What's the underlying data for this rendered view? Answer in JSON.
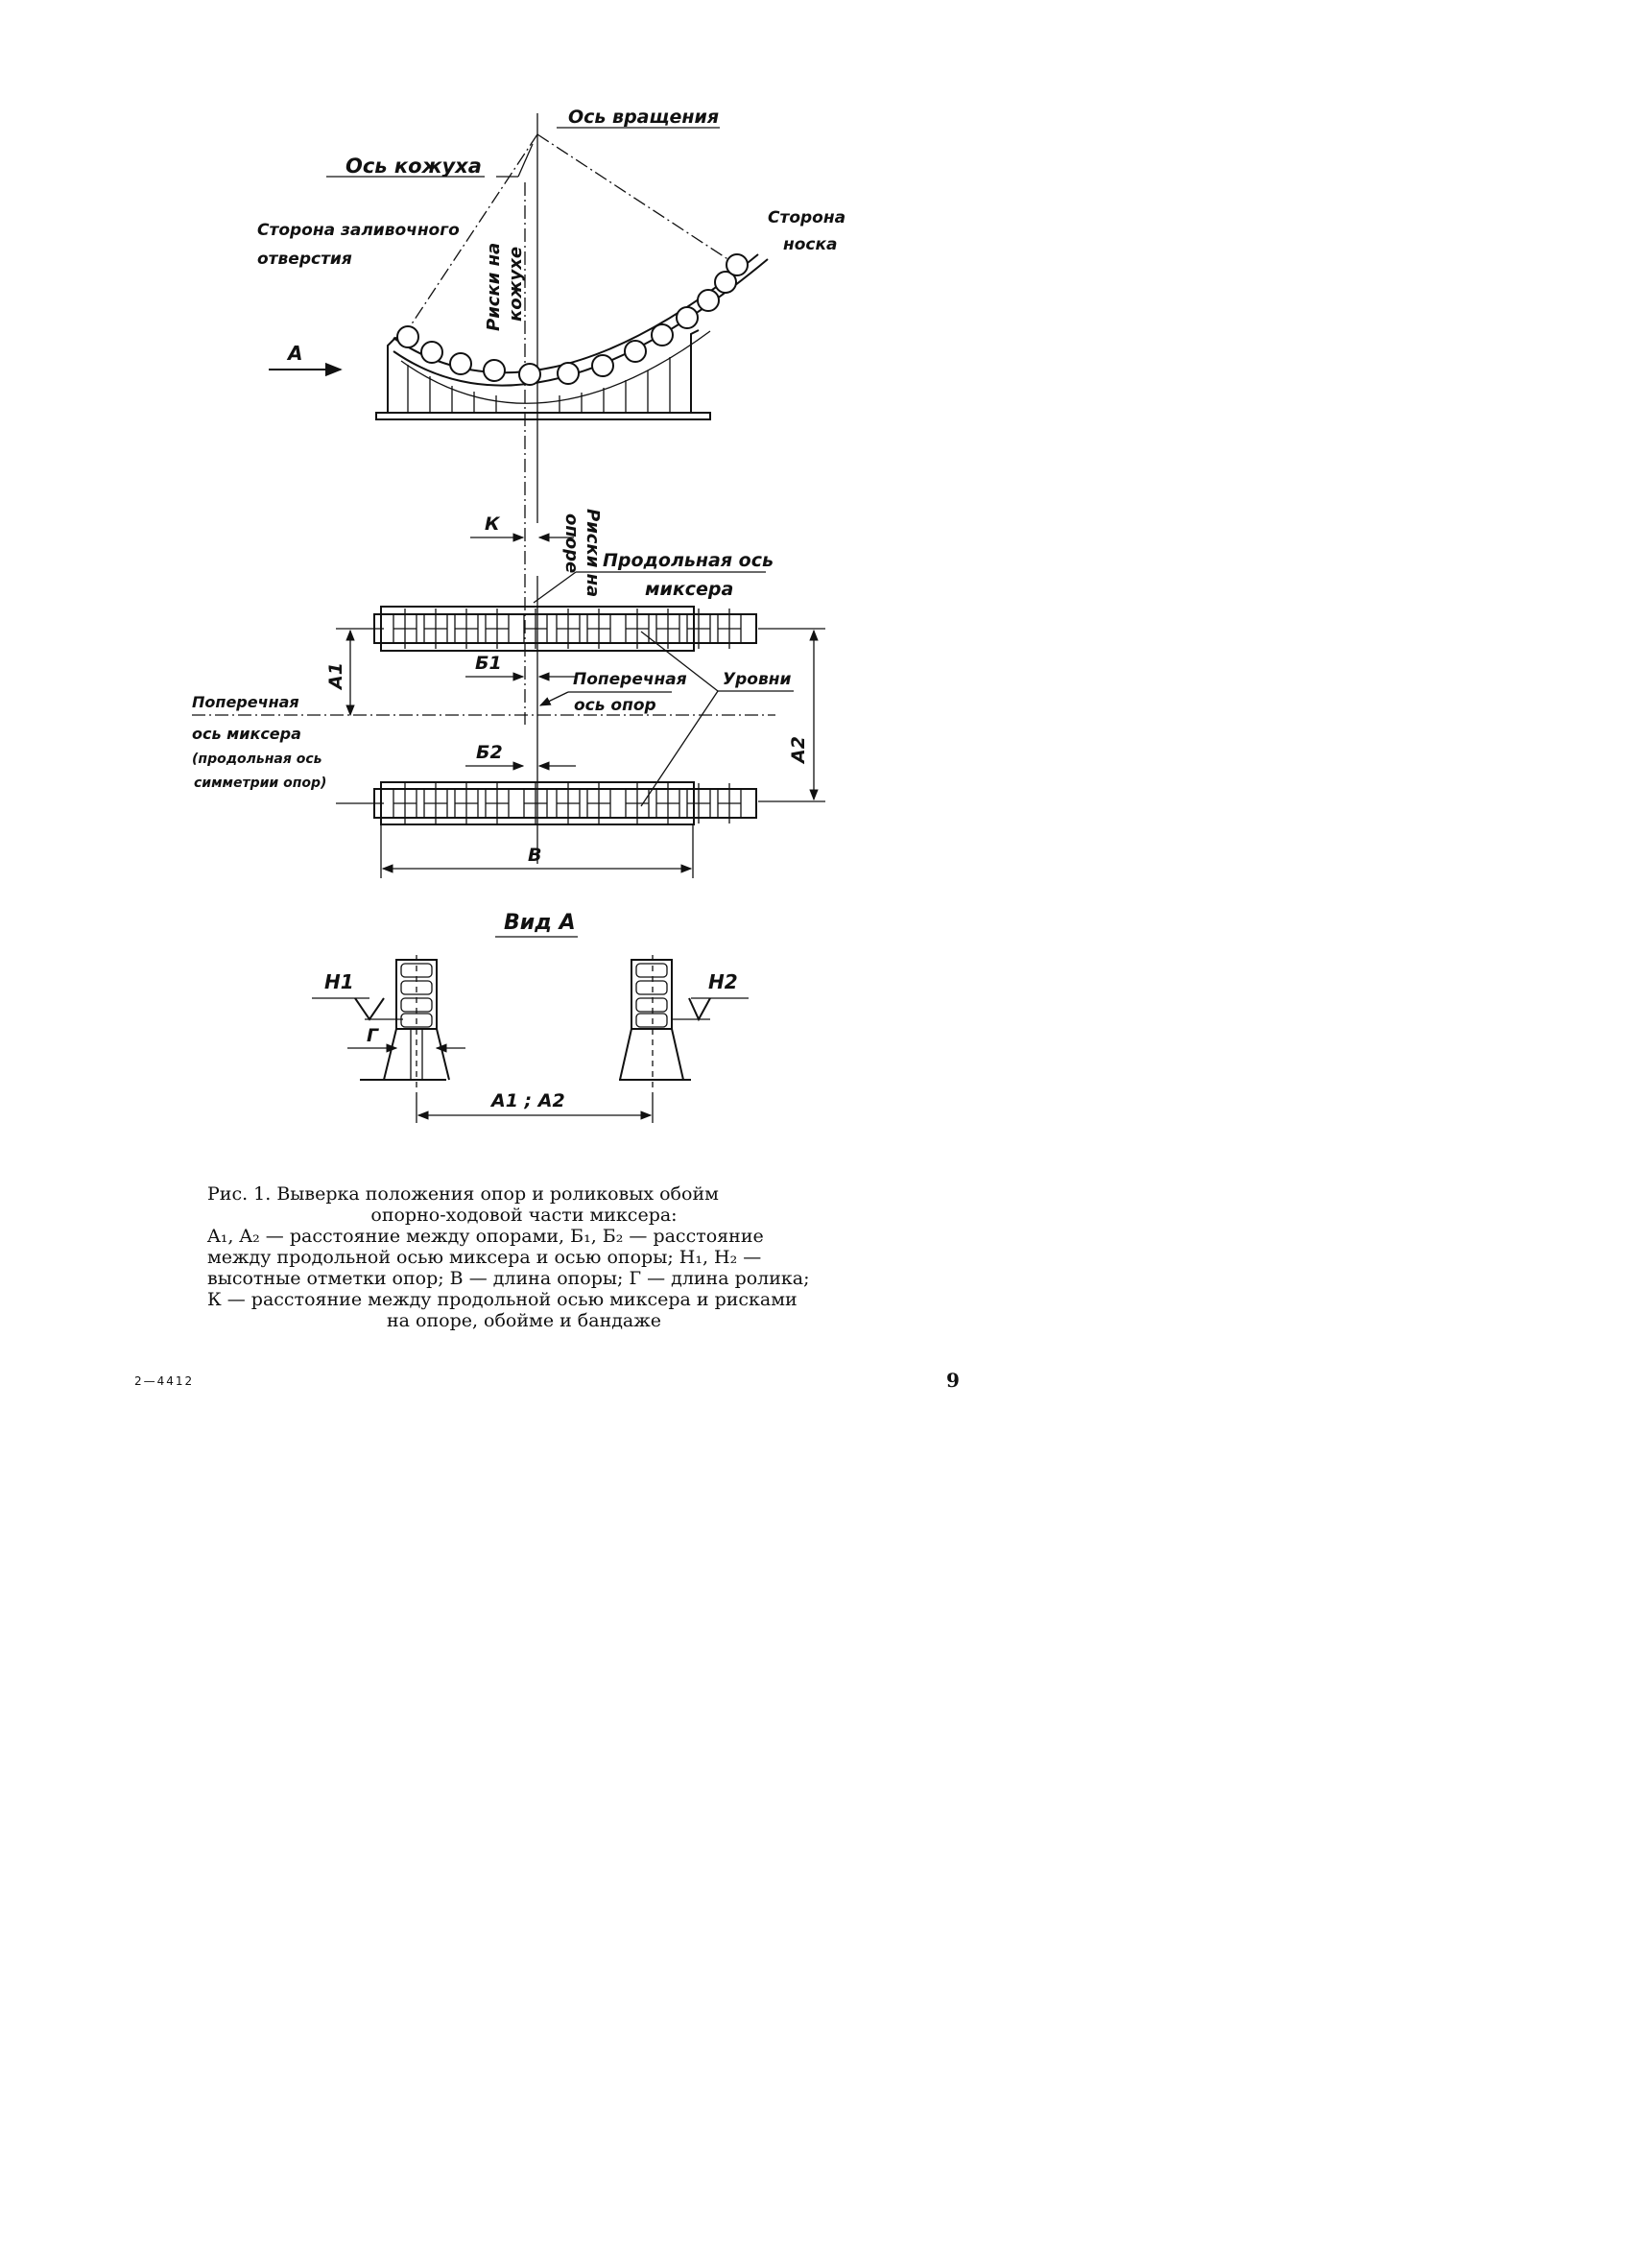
{
  "figure": {
    "top_view": {
      "rotation_axis": "Ось вращения",
      "shell_axis": "Ось кожуха",
      "pour_side": [
        "Сторона заливочного",
        "отверстия"
      ],
      "spout_side": [
        "Сторона",
        "носка"
      ],
      "shell_marks": [
        "Риски на",
        "кожухе"
      ],
      "support_marks": [
        "Риски на",
        "опоре"
      ],
      "view_arrow": "A"
    },
    "plan_view": {
      "k": "К",
      "longitudinal_axis": [
        "Продольная ось",
        "миксера"
      ],
      "a1": "A1",
      "a2": "A2",
      "b1": "Б1",
      "b2": "Б2",
      "support_axis": [
        "Поперечная",
        "ось опор"
      ],
      "levels": "Уровни",
      "mixer_axis": [
        "Поперечная",
        "ось миксера",
        "(продольная ось",
        "симметрии опор)"
      ],
      "length": "В"
    },
    "view_a": {
      "title": "Вид А",
      "h1": "H1",
      "h2": "H2",
      "g": "Г",
      "a1a2": "A1 ; A2"
    }
  },
  "caption": {
    "line1": "Рис. 1. Выверка положения опор и роликовых обойм",
    "line2": "опорно-ходовой части миксера:",
    "line3": "A₁, A₂ — расстояние между опорами, Б₁, Б₂ — расстояние",
    "line4": "между продольной осью миксера и осью опоры; H₁, H₂ —",
    "line5": "высотные отметки опор; В — длина опоры; Г — длина ролика;",
    "line6": "К — расстояние между продольной осью миксера и рисками",
    "line7": "на опоре, обойме и бандаже"
  },
  "footer": {
    "code": "2—4412",
    "page": "9"
  }
}
